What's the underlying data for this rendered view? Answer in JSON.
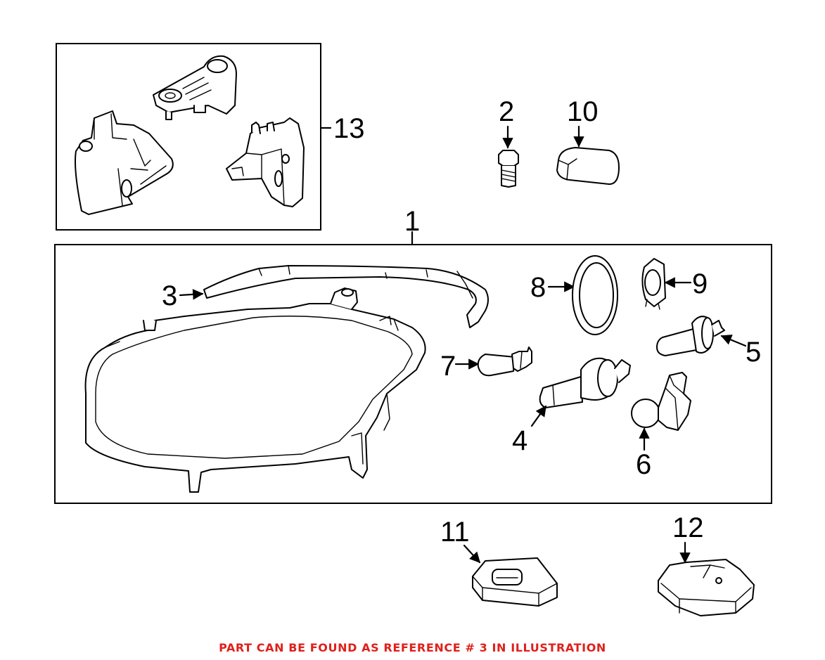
{
  "callouts": {
    "c1": "1",
    "c2": "2",
    "c3": "3",
    "c4": "4",
    "c5": "5",
    "c6": "6",
    "c7": "7",
    "c8": "8",
    "c9": "9",
    "c10": "10",
    "c11": "11",
    "c12": "12",
    "c13": "13"
  },
  "note": "PART CAN BE FOUND AS REFERENCE # 3 IN ILLUSTRATION",
  "colors": {
    "note": "#e0201b",
    "lines": "#000000",
    "background": "#ffffff"
  }
}
